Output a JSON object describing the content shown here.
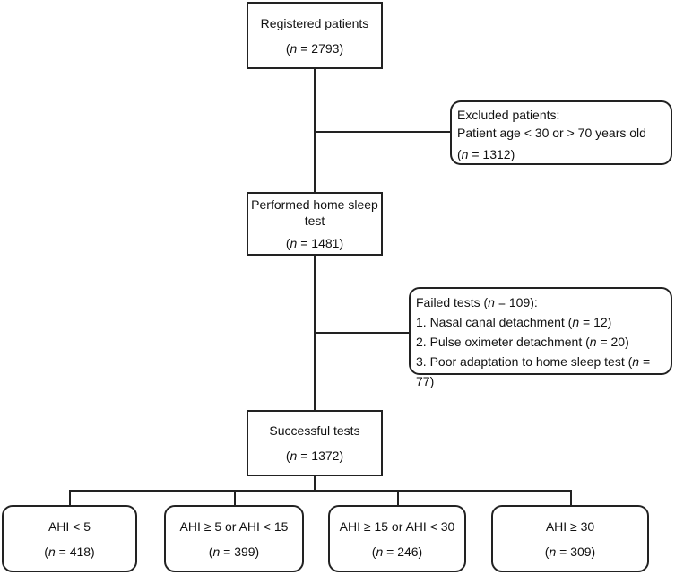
{
  "flowchart": {
    "registered": {
      "label": "Registered patients",
      "n_prefix": "(",
      "n_var": "n",
      "n_value": " = 2793)"
    },
    "excluded": {
      "label": "Excluded patients:",
      "detail": "Patient age < 30 or > 70 years old",
      "n_prefix": "(",
      "n_var": "n",
      "n_value": " = 1312)"
    },
    "performed": {
      "label": "Performed home sleep test",
      "n_prefix": "(",
      "n_var": "n",
      "n_value": " = 1481)"
    },
    "failed": {
      "title_prefix": "Failed tests (",
      "title_var": "n",
      "title_value": " = 109):",
      "items": [
        {
          "text": "1. Nasal canal detachment (",
          "var": "n",
          "value": " = 12)"
        },
        {
          "text": "2. Pulse oximeter detachment (",
          "var": "n",
          "value": " = 20)"
        },
        {
          "text": "3. Poor adaptation to home sleep test (",
          "var": "n",
          "value": " = 77)"
        }
      ]
    },
    "successful": {
      "label": "Successful tests",
      "n_prefix": "(",
      "n_var": "n",
      "n_value": " = 1372)"
    },
    "groups": [
      {
        "label": "AHI < 5",
        "n_prefix": "(",
        "n_var": "n",
        "n_value": " = 418)"
      },
      {
        "label": "AHI ≥ 5 or AHI < 15",
        "n_prefix": "(",
        "n_var": "n",
        "n_value": " = 399)"
      },
      {
        "label": "AHI ≥ 15 or AHI < 30",
        "n_prefix": "(",
        "n_var": "n",
        "n_value": " = 246)"
      },
      {
        "label": "AHI ≥ 30",
        "n_prefix": "(",
        "n_var": "n",
        "n_value": " = 309)"
      }
    ]
  }
}
